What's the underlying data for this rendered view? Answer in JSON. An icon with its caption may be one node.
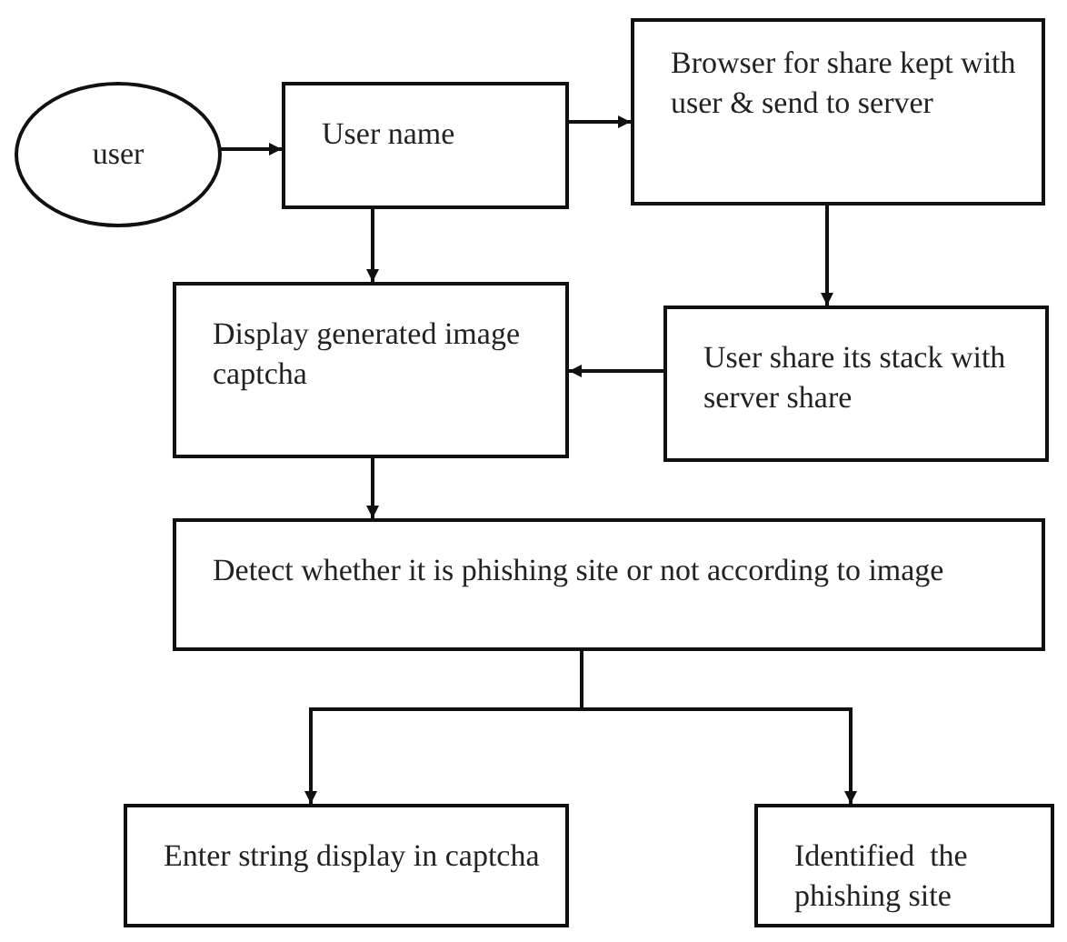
{
  "diagram": {
    "nodes": [
      {
        "text": [
          "user"
        ]
      },
      {
        "text": [
          "User name"
        ]
      },
      {
        "text": [
          "Browser for share kept with user & send to server"
        ]
      },
      {
        "text": [
          "Display generated image captcha"
        ]
      },
      {
        "text": [
          "User share its stack with server share"
        ]
      },
      {
        "text": [
          "Detect whether it is phishing site or not according to image"
        ]
      },
      {
        "text": [
          "Enter string display in captcha"
        ]
      },
      {
        "text": [
          "Identified  the phishing site"
        ]
      }
    ],
    "edges": [
      {
        "from": 0,
        "to": 1,
        "arrow": "to"
      },
      {
        "from": 1,
        "to": 2,
        "arrow": "to"
      },
      {
        "from": 1,
        "to": 3,
        "arrow": "to"
      },
      {
        "from": 2,
        "to": 4,
        "arrow": "to"
      },
      {
        "from": 4,
        "to": 3,
        "arrow": "to"
      },
      {
        "from": 3,
        "to": 5,
        "arrow": "to"
      },
      {
        "from": 5,
        "to": 6,
        "arrow": "to"
      },
      {
        "from": 5,
        "to": 7,
        "arrow": "to"
      }
    ]
  }
}
